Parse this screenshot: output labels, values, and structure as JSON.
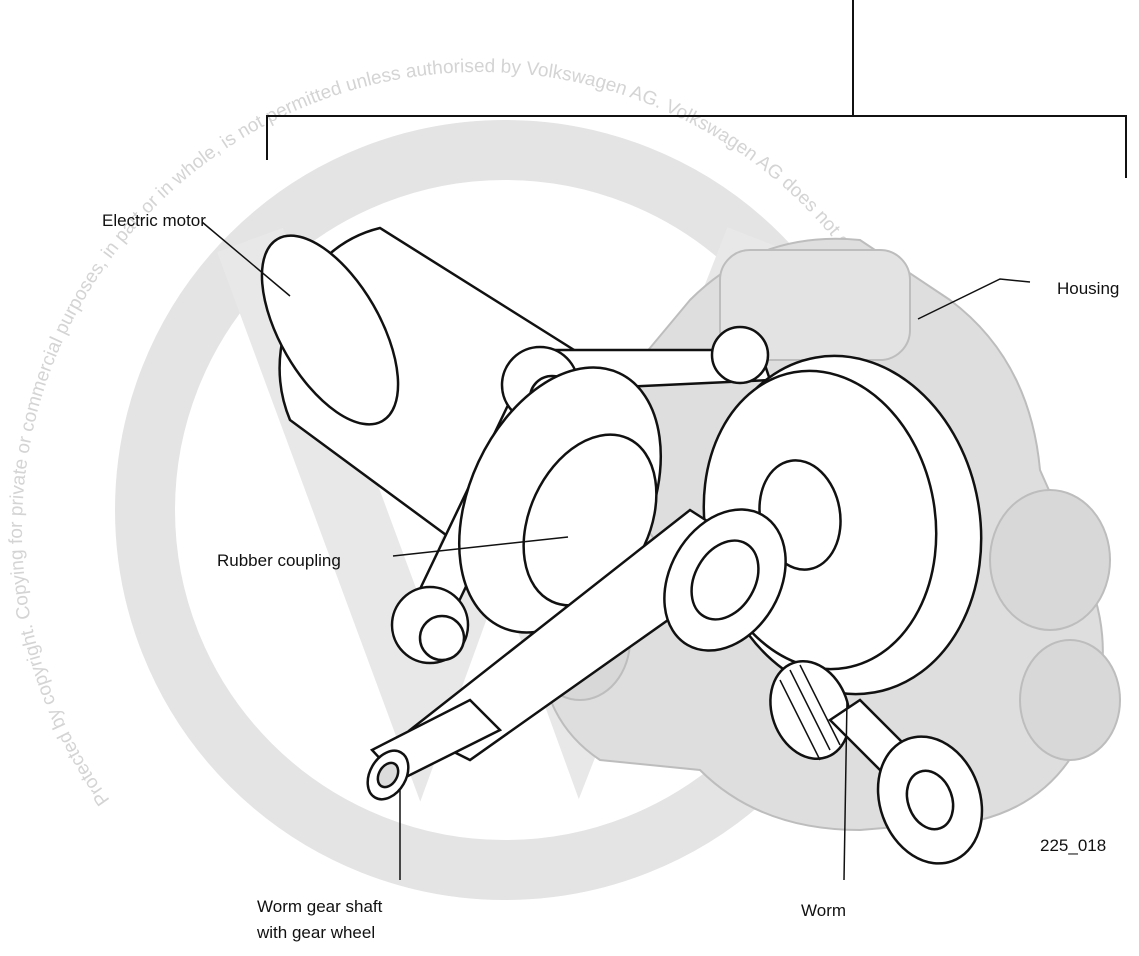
{
  "labels": {
    "electric_motor": "Electric motor",
    "housing": "Housing",
    "rubber_coupling": "Rubber coupling",
    "worm_gear_shaft_line1": "Worm gear shaft",
    "worm_gear_shaft_line2": "with gear wheel",
    "worm": "Worm"
  },
  "figure_number": "225_018",
  "watermark": {
    "text": "Protected by copyright. Copying for private or commercial purposes, in part or in whole, is not permitted unless authorised by Volkswagen AG. Volkswagen AG does not guarantee or accept any liability with respect to the correctness of information in this document. Copyright by Volkswagen AG.",
    "color": "#dcdcdc"
  },
  "colors": {
    "line": "#111111",
    "part_fill": "#ffffff",
    "housing_fill": "#dedede",
    "housing_stroke": "#bdbdbd"
  }
}
